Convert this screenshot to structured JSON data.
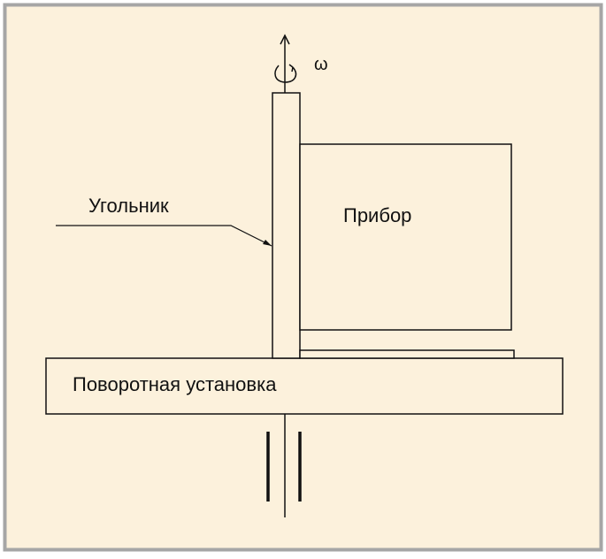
{
  "colors": {
    "background": "#FCF1DC",
    "border": "#A6A6A6",
    "stroke": "#111111"
  },
  "labels": {
    "angle_bracket": "Угольник",
    "device": "Прибор",
    "turntable": "Поворотная установка",
    "omega": "ω"
  },
  "icons": {
    "rotation_arrow": "curved-rotation-arrow-icon",
    "axis_arrow": "arrow-up-icon"
  }
}
